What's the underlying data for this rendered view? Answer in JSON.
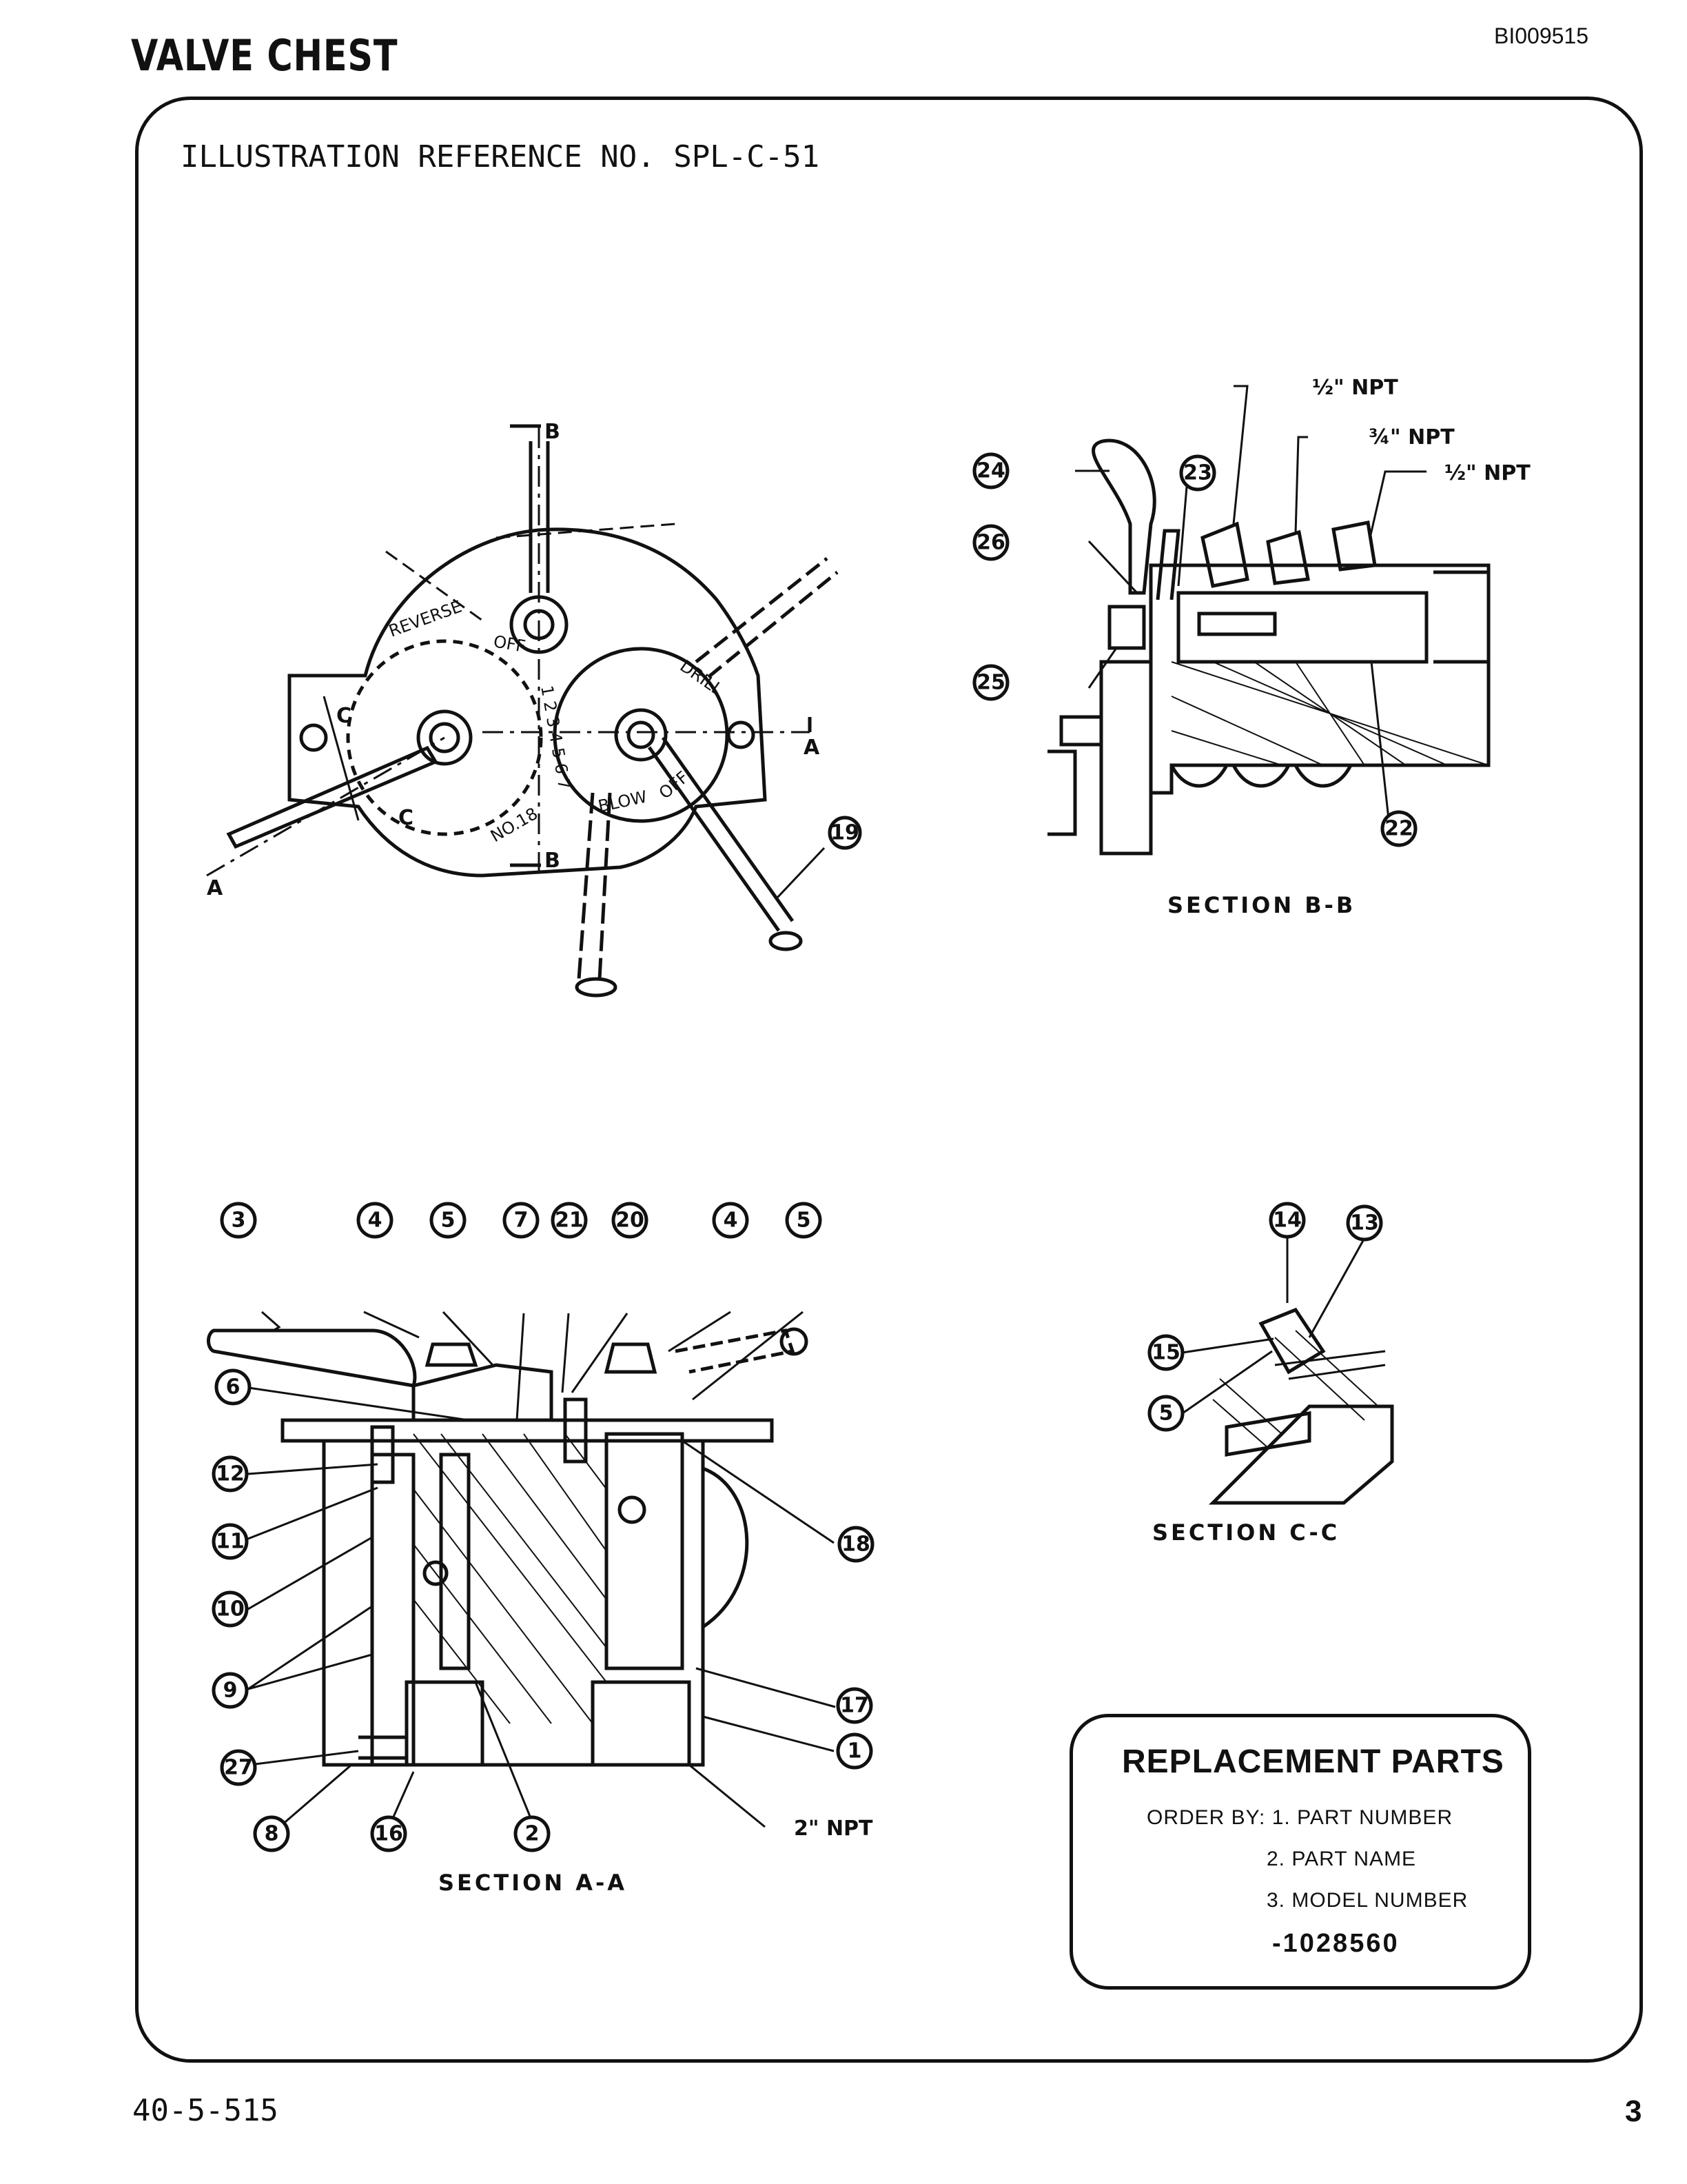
{
  "header": {
    "title": "VALVE CHEST",
    "doc_id": "BI009515"
  },
  "reference": "ILLUSTRATION REFERENCE NO. SPL-C-51",
  "top_view": {
    "section_marks": [
      "B",
      "B",
      "A",
      "A",
      "C",
      "C"
    ],
    "dial_labels": [
      "REVERSE",
      "OFF",
      "DRILL",
      "BLOW",
      "OFF",
      "NO.18",
      "1 2 3 4 5 6 7"
    ],
    "callouts": [
      "19"
    ]
  },
  "section_bb": {
    "label": "SECTION B-B",
    "npt": [
      "½\" NPT",
      "¾\" NPT",
      "½\" NPT"
    ],
    "callouts": [
      "24",
      "23",
      "26",
      "25",
      "22"
    ]
  },
  "section_aa": {
    "label": "SECTION A-A",
    "npt": "2\" NPT",
    "callouts_top": [
      "3",
      "4",
      "5",
      "7",
      "21",
      "20",
      "4",
      "5"
    ],
    "callouts_left": [
      "6",
      "12",
      "11",
      "10",
      "9",
      "27",
      "8"
    ],
    "callouts_bottom": [
      "16",
      "2"
    ],
    "callouts_right": [
      "18",
      "17",
      "1"
    ]
  },
  "section_cc": {
    "label": "SECTION C-C",
    "callouts": [
      "14",
      "13",
      "15",
      "5"
    ]
  },
  "parts": {
    "title": "REPLACEMENT PARTS",
    "order_by": "ORDER BY: 1. PART NUMBER",
    "line2": "2. PART NAME",
    "line3": "3. MODEL NUMBER",
    "number": "-1028560"
  },
  "footer": {
    "left": "40-5-515",
    "right": "3"
  }
}
